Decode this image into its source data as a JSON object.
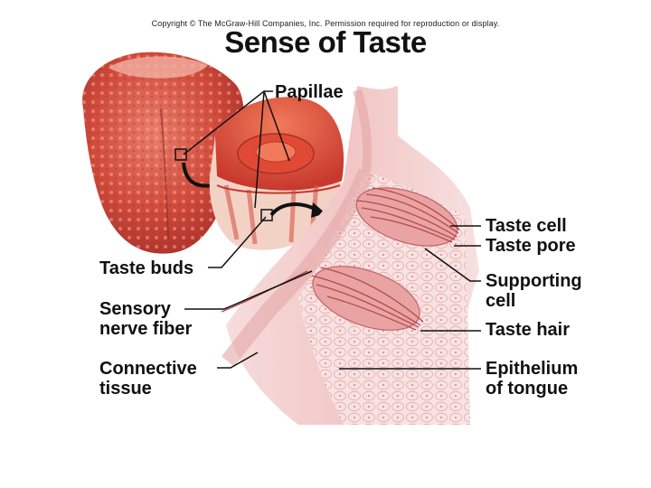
{
  "copyright": "Copyright © The McGraw-Hill Companies, Inc. Permission required for reproduction or display.",
  "title": "Sense of Taste",
  "labels": {
    "papillae": "Papillae",
    "taste_buds": "Taste buds",
    "sensory_nerve_fiber": "Sensory\nnerve fiber",
    "connective_tissue": "Connective\ntissue",
    "taste_cell": "Taste cell",
    "taste_pore": "Taste pore",
    "supporting_cell": "Supporting\ncell",
    "taste_hair": "Taste hair",
    "epithelium": "Epithelium\nof tongue"
  },
  "colors": {
    "tongue": "#c94236",
    "tongue_highlight": "#e98c7c",
    "tissue": "#f4cccc",
    "epithelium": "#f7dede",
    "taste_bud": "#e79a9a",
    "nerve": "#b14b4b",
    "leader_line": "#111111"
  }
}
